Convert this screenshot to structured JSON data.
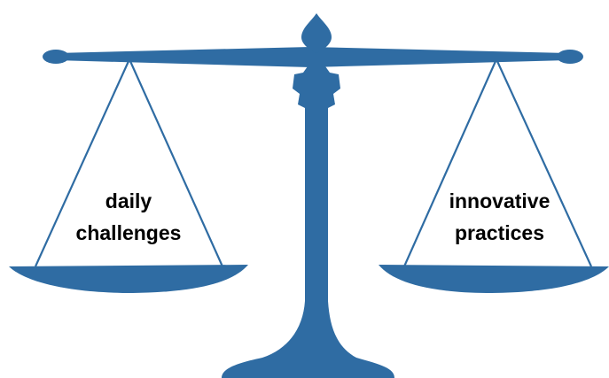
{
  "scale": {
    "color": "#2f6ca3",
    "left_pan": {
      "lines": [
        "daily",
        "challenges"
      ]
    },
    "right_pan": {
      "lines": [
        "innovative",
        "practices"
      ]
    }
  }
}
